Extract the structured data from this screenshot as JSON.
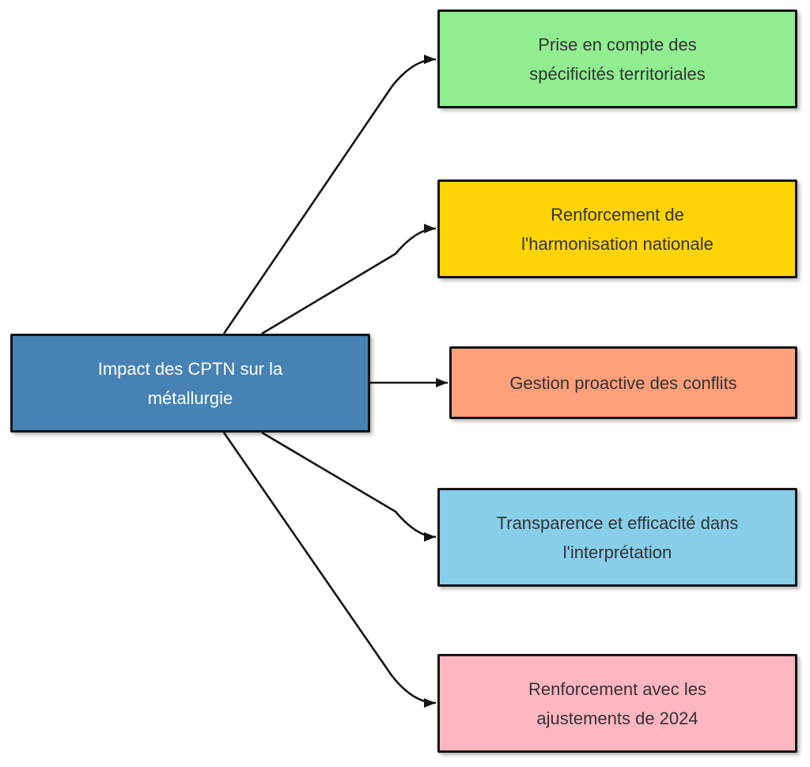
{
  "diagram": {
    "background_color": "#ffffff",
    "line_color": "#141414",
    "root": {
      "lines": [
        "Impact des CPTN sur la",
        "métallurgie"
      ],
      "bg": "#4682B4",
      "text_color": "#ffffff"
    },
    "branch_text_color": "#333333",
    "branches": [
      {
        "id": "specificites-territoriales",
        "lines": [
          "Prise en compte des",
          "spécificités territoriales"
        ],
        "bg": "#90EE90"
      },
      {
        "id": "harmonisation-nationale",
        "lines": [
          "Renforcement de",
          "l'harmonisation nationale"
        ],
        "bg": "#FFD404"
      },
      {
        "id": "gestion-conflits",
        "lines": [
          "Gestion proactive des conflits"
        ],
        "bg": "#FFA07A"
      },
      {
        "id": "transparence-efficacite",
        "lines": [
          "Transparence et efficacité dans",
          "l'interprétation"
        ],
        "bg": "#87CEEB"
      },
      {
        "id": "ajustements-2024",
        "lines": [
          "Renforcement avec les",
          "ajustements de 2024"
        ],
        "bg": "#FFB6C1"
      }
    ]
  }
}
